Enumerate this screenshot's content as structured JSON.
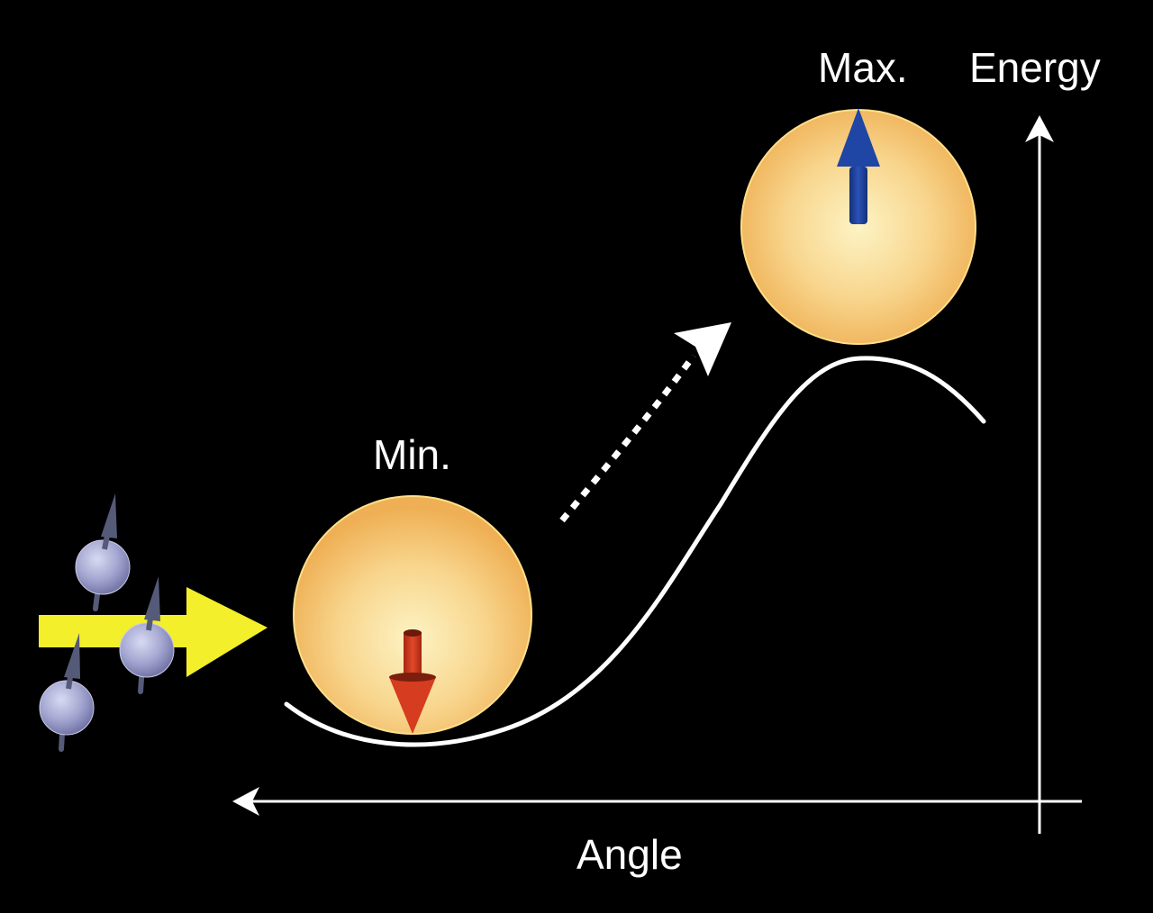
{
  "labels": {
    "max": "Max.",
    "energy": "Energy",
    "min": "Min.",
    "angle": "Angle"
  },
  "colors": {
    "background": "#000000",
    "axis": "#ffffff",
    "curve": "#ffffff",
    "sphere_center": "#fdf0b8",
    "sphere_edge": "#f2b45a",
    "sphere_rim": "#ffe28a",
    "min_arrow": "#d23a1e",
    "max_arrow": "#1e3f9a",
    "current_arrow": "#f3ef2a",
    "electron": "#9a9cc8",
    "electron_spin": "#555a78"
  },
  "icons": {
    "current_arrow": "yellow-right-arrow",
    "electrons": "spin-polarized-electron",
    "min_magnetization": "red-down-arrow",
    "max_magnetization": "blue-up-arrow",
    "transition": "dotted-curved-arrow"
  },
  "diagram": {
    "type": "energy-landscape",
    "x_axis": "Angle",
    "y_axis": "Energy",
    "states": [
      {
        "name": "Min.",
        "magnetization": "down"
      },
      {
        "name": "Max.",
        "magnetization": "up"
      }
    ],
    "electron_count": 3
  }
}
